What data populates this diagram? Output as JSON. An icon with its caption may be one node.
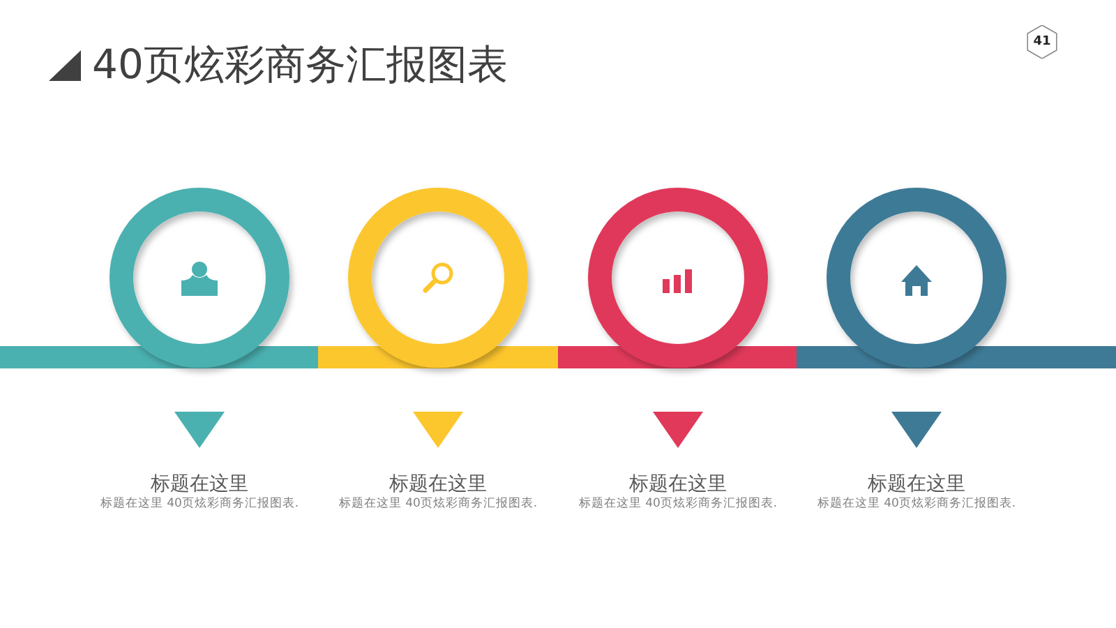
{
  "diagram": {
    "title": "40页炫彩商务汇报图表",
    "nodes": [
      {
        "text": [
          "41"
        ]
      }
    ],
    "labels": [
      "标题在这里",
      "标题在这里 40页炫彩商务汇报图表.",
      "标题在这里",
      "标题在这里 40页炫彩商务汇报图表.",
      "标题在这里",
      "标题在这里 40页炫彩商务汇报图表.",
      "标题在这里",
      "标题在这里 40页炫彩商务汇报图表."
    ]
  }
}
